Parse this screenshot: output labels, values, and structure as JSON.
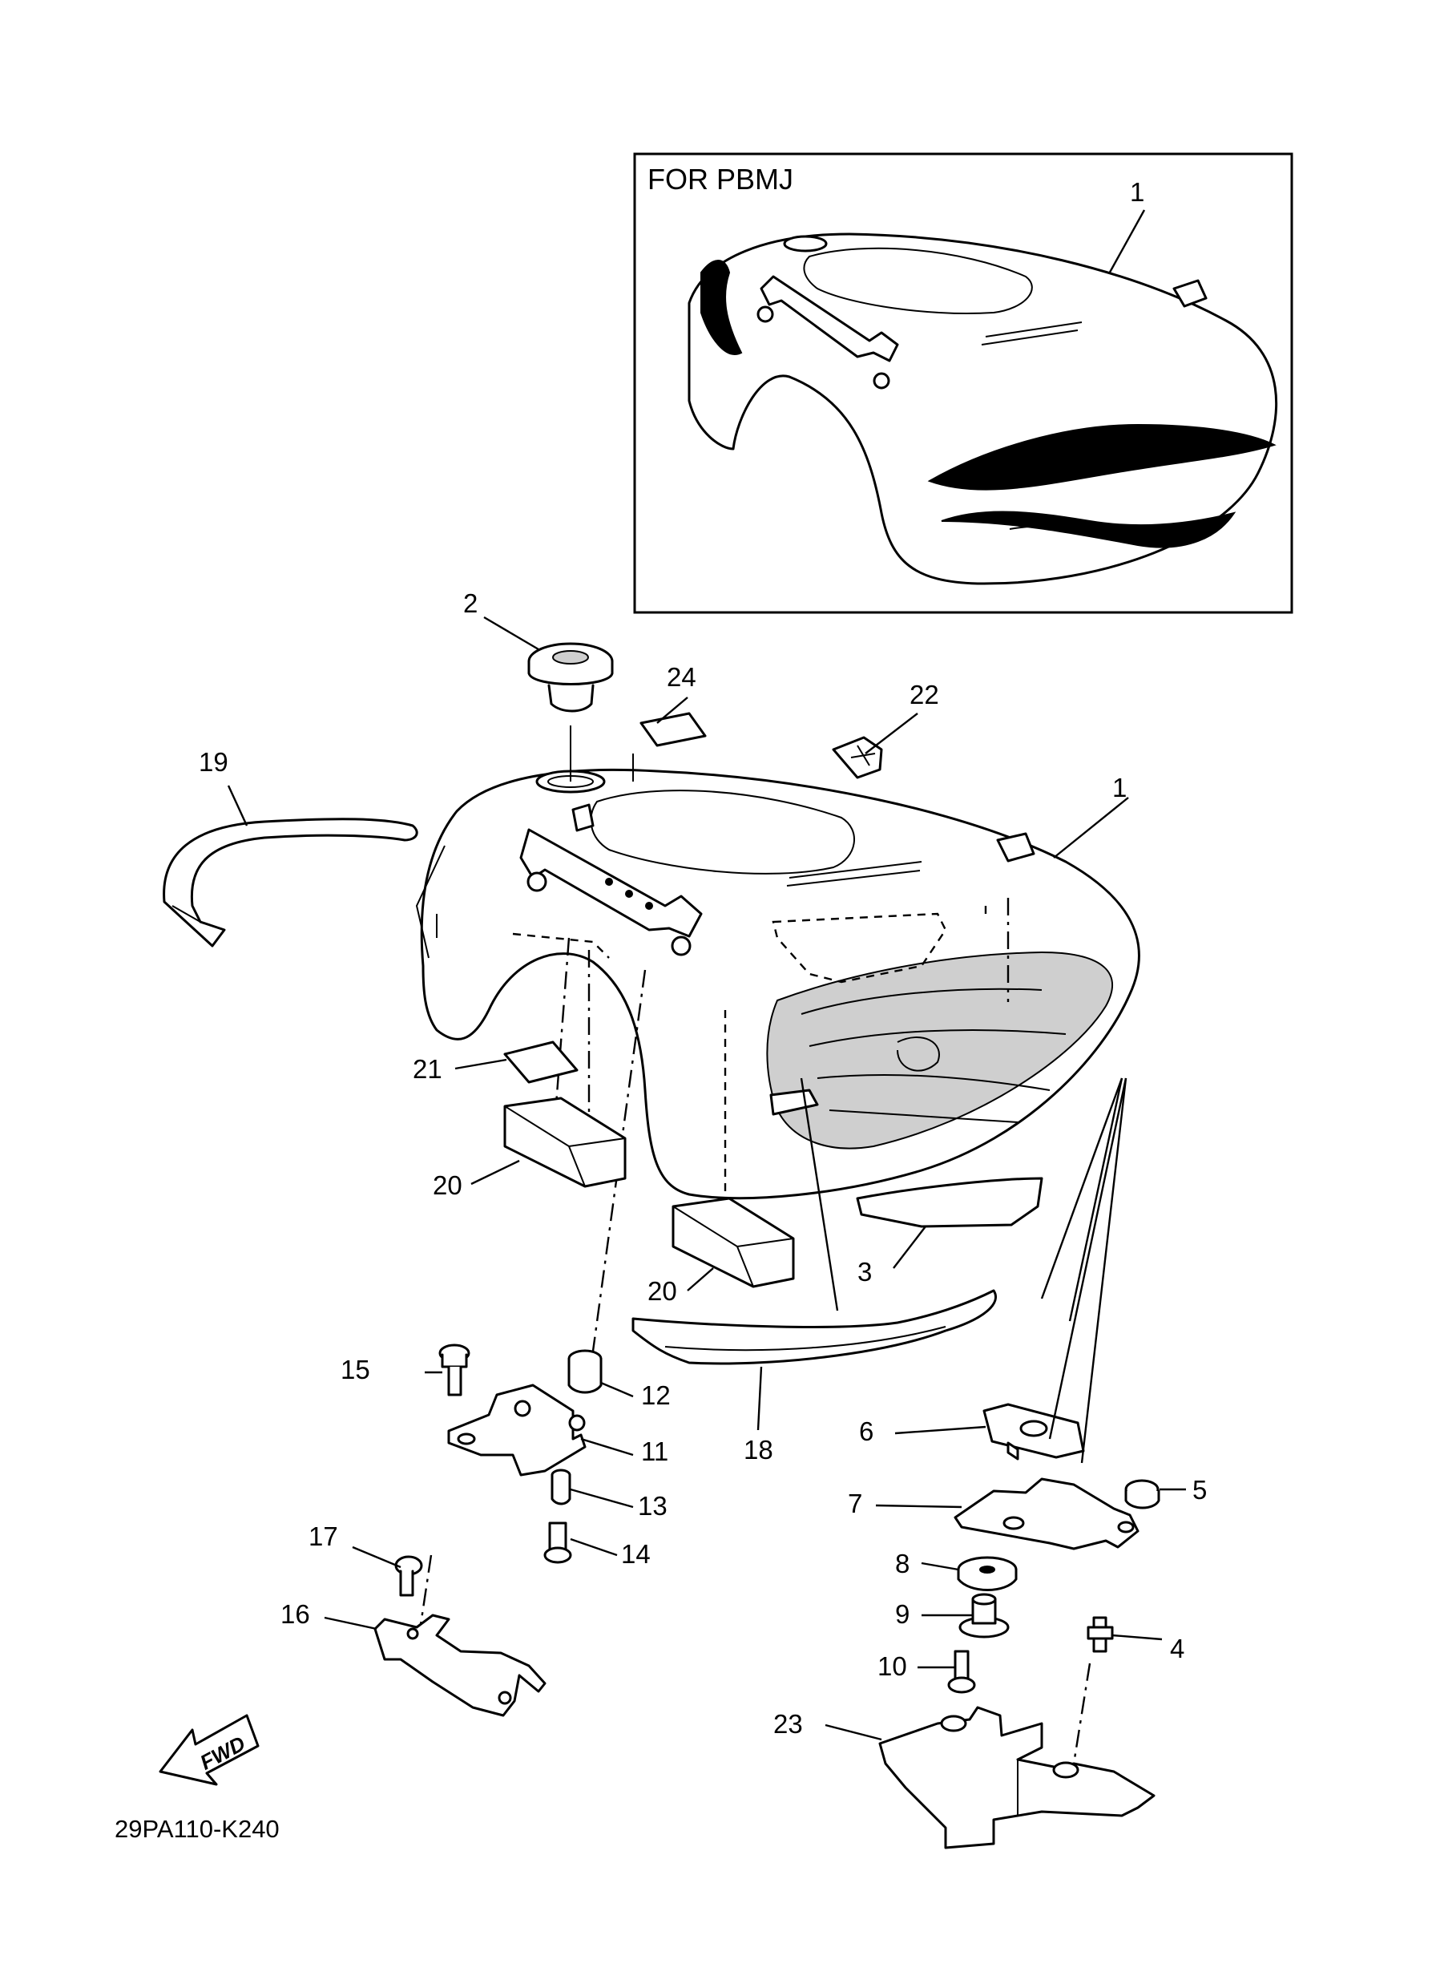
{
  "inset": {
    "caption": "FOR PBMJ",
    "part_label": "1"
  },
  "callouts": [
    "1",
    "2",
    "3",
    "4",
    "5",
    "6",
    "7",
    "8",
    "9",
    "10",
    "11",
    "12",
    "13",
    "14",
    "15",
    "16",
    "17",
    "18",
    "19",
    "20",
    "20",
    "21",
    "22",
    "23",
    "24"
  ],
  "fwd_label": "FWD",
  "diagram_code": "29PA110-K240"
}
